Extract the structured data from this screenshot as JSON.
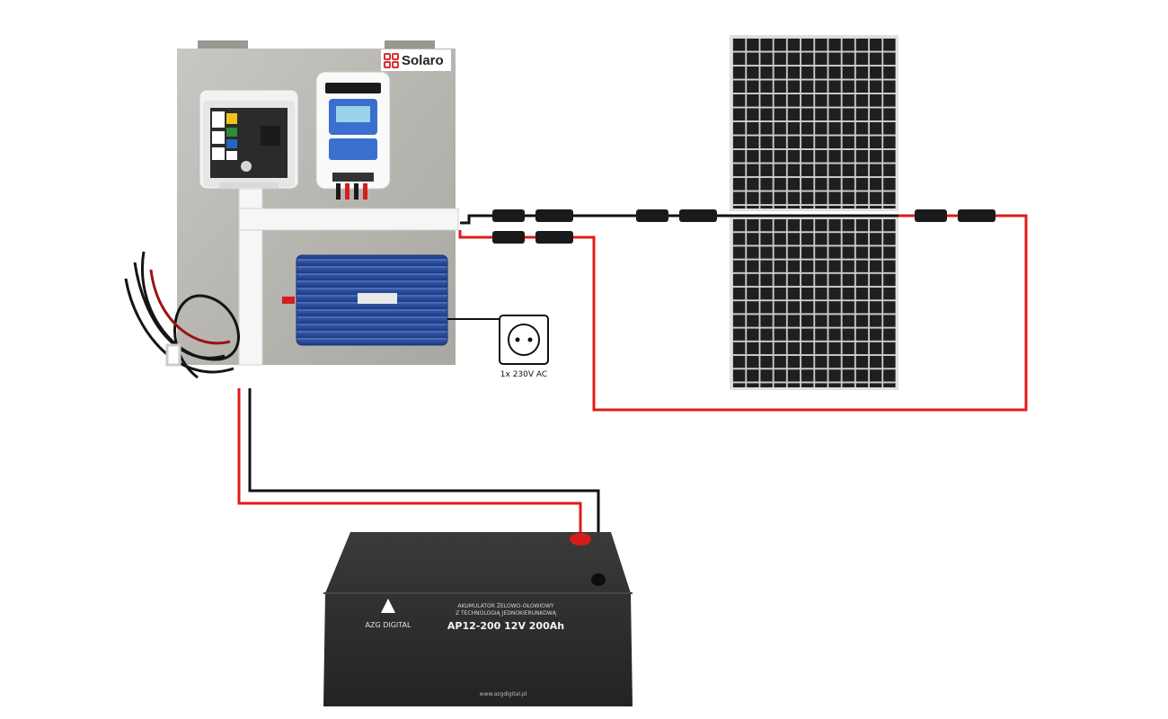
{
  "brand": {
    "name": "Solaro",
    "accent": "#d63232"
  },
  "outlet": {
    "label": "1x 230V AC"
  },
  "battery": {
    "brand": "AZG DIGITAL",
    "heading_line1": "AKUMULATOR ŻELOWO-OŁOWIOWY",
    "heading_line2": "Z TECHNOLOGIĄ JEDNOKIERUNKOWĄ",
    "model": "AP12-200 12V 200Ah",
    "website": "www.azgdigital.pl"
  },
  "wire_colors": {
    "positive": "#e11b1b",
    "negative": "#111111"
  },
  "icons": [
    "solar-panel-icon",
    "battery-icon",
    "power-outlet-icon",
    "charge-controller-icon",
    "inverter-icon",
    "breaker-box-icon",
    "mc4-connector-icon"
  ]
}
